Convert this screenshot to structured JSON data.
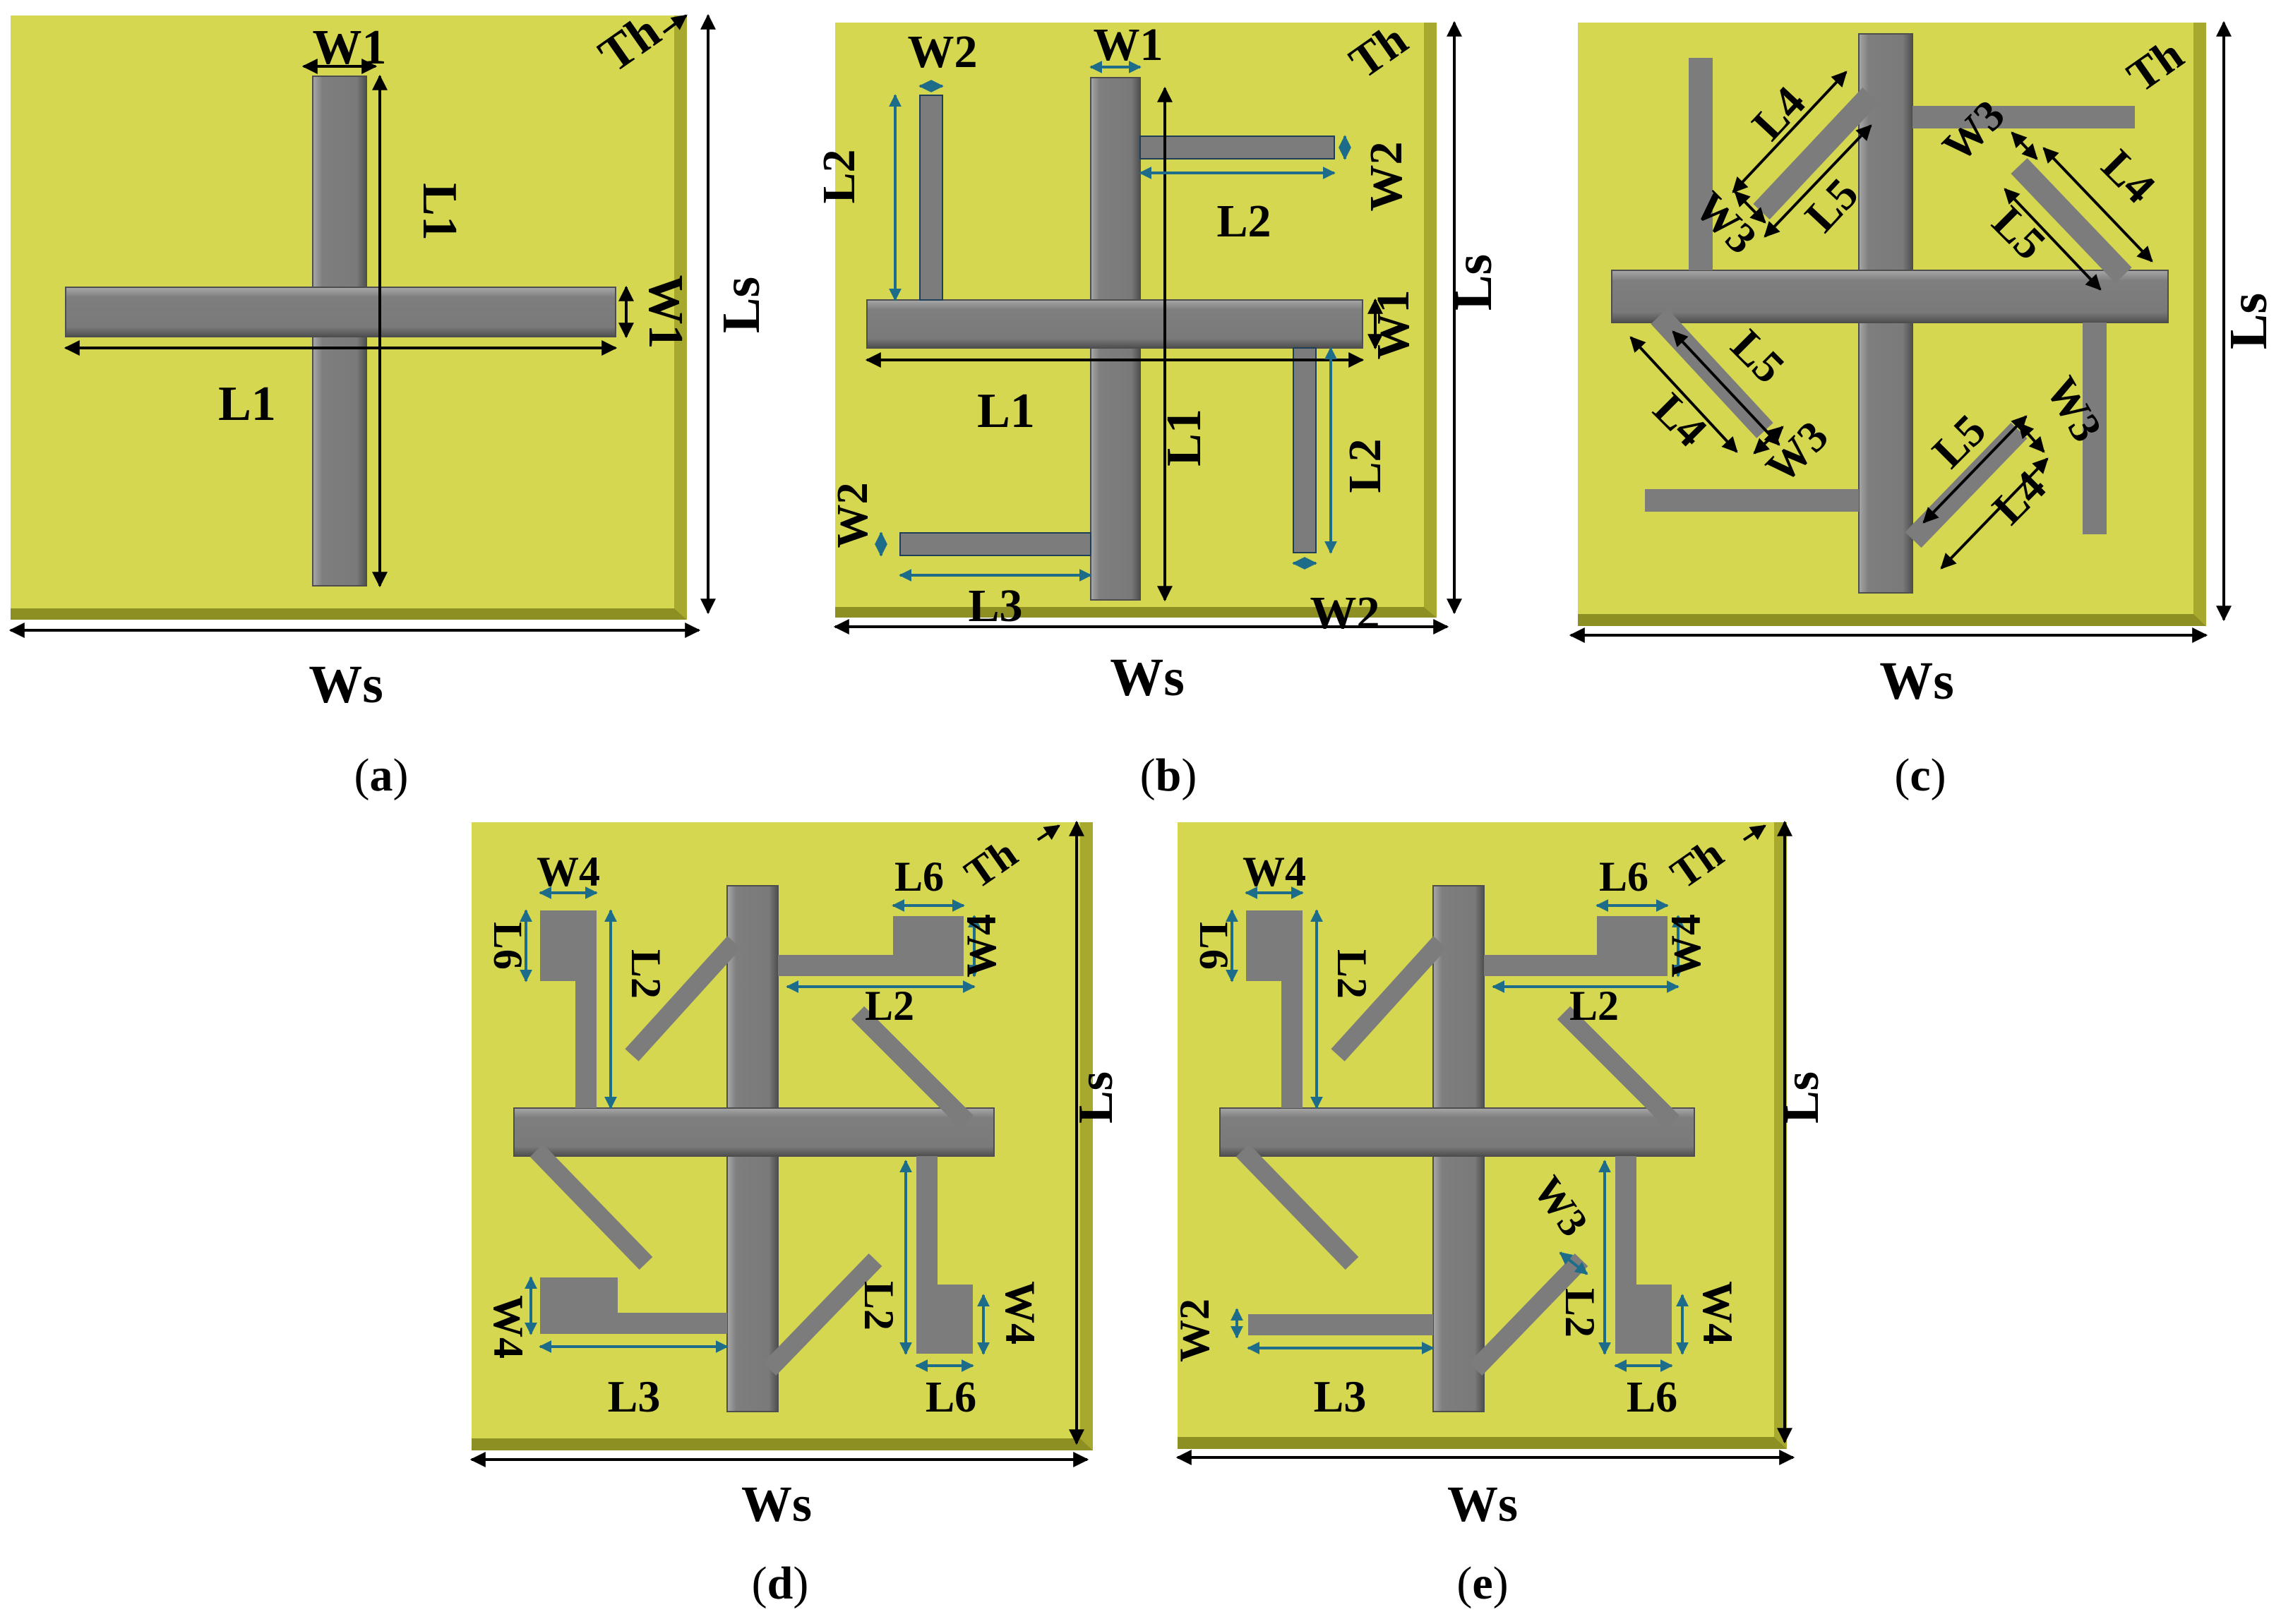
{
  "colors": {
    "substrate": "#d6d750",
    "substrate_bevel_right": "#a7a82e",
    "substrate_bevel_bottom": "#8e8f22",
    "substrate_bevel_top": "#e6e67a",
    "metal": "#7c7c7c",
    "metal_light": "#a3a3a3",
    "metal_dark": "#4e4e4e",
    "arrow_black": "#000000",
    "arrow_teal": "#1d6d8a",
    "text": "#000000"
  },
  "panels": {
    "a": {
      "caption_open": "(",
      "caption_letter": "a",
      "caption_close": ")",
      "labels": {
        "w1_top": "W1",
        "th": "Th",
        "l1_v": "L1",
        "w1_side": "W1",
        "l1_h": "L1",
        "ls": "Ls",
        "ws": "Ws"
      }
    },
    "b": {
      "caption_open": "(",
      "caption_letter": "b",
      "caption_close": ")",
      "labels": {
        "w2_top": "W2",
        "w1_top": "W1",
        "th": "Th",
        "l2_left": "L2",
        "w2_right": "W2",
        "l2_top": "L2",
        "w1_side": "W1",
        "l1_h": "L1",
        "l1_v": "L1",
        "l2_right": "L2",
        "w2_left": "W2",
        "l3": "L3",
        "w2_bottom": "W2",
        "ls": "Ls",
        "ws": "Ws"
      }
    },
    "c": {
      "caption_open": "(",
      "caption_letter": "c",
      "caption_close": ")",
      "labels": {
        "th": "Th",
        "l4_a": "L4",
        "w3_a": "W3",
        "l5_a": "L5",
        "w3_b": "W3",
        "l4_b": "L4",
        "l5_b": "L5",
        "l5_c": "L5",
        "l4_c": "L4",
        "w3_c": "W3",
        "l5_d": "L5",
        "w3_d": "W3",
        "l4_d": "L4",
        "ls": "Ls",
        "ws": "Ws"
      }
    },
    "d": {
      "caption_open": "(",
      "caption_letter": "d",
      "caption_close": ")",
      "labels": {
        "w4_tl": "W4",
        "l6_tl": "L6",
        "l2_left": "L2",
        "l6_tr": "L6",
        "th": "Th",
        "w4_tr": "W4",
        "l2_top": "L2",
        "w4_bl": "W4",
        "l3": "L3",
        "l2_right": "L2",
        "w4_br": "W4",
        "l6_br": "L6",
        "ls": "Ls",
        "ws": "Ws"
      }
    },
    "e": {
      "caption_open": "(",
      "caption_letter": "e",
      "caption_close": ")",
      "labels": {
        "w4_tl": "W4",
        "l6_tl": "L6",
        "l2_left": "L2",
        "l6_tr": "L6",
        "th": "Th",
        "w4_tr": "W4",
        "l2_top": "L2",
        "w3": "W3",
        "w2_bl": "W2",
        "l3": "L3",
        "l2_right": "L2",
        "w4_br": "W4",
        "l6_br": "L6",
        "ls": "Ls",
        "ws": "Ws"
      }
    }
  }
}
